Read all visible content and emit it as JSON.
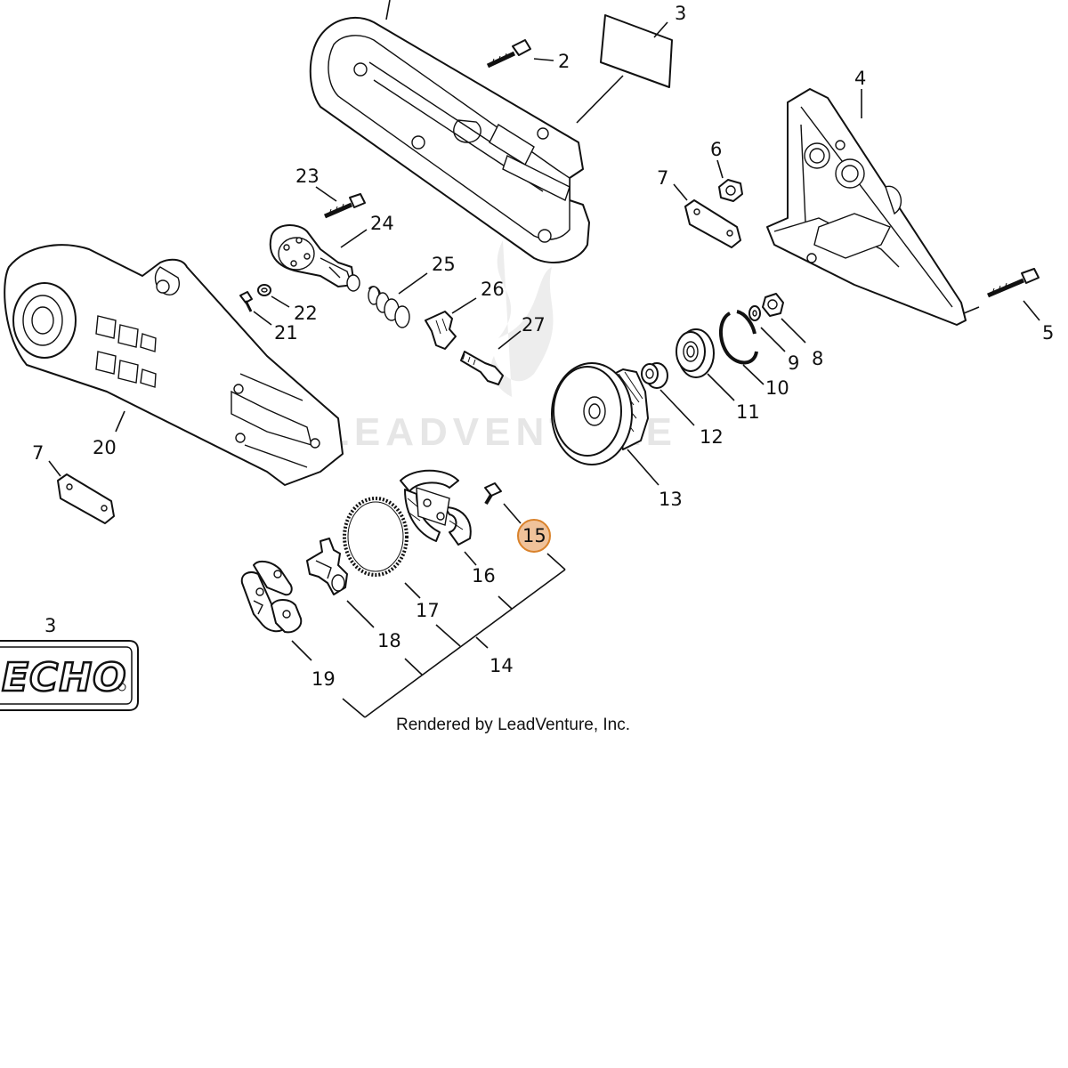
{
  "diagram": {
    "watermark": "LEADVENTURE",
    "credit": "Rendered by LeadVenture, Inc.",
    "logo_text": "ECHO",
    "highlight_color": "#f0c29a",
    "highlight_stroke": "#d9822b",
    "highlighted_part": "15",
    "labels": {
      "l2": "2",
      "l3": "3",
      "l3b": "3",
      "l4": "4",
      "l5": "5",
      "l6": "6",
      "l7": "7",
      "l7b": "7",
      "l8": "8",
      "l9": "9",
      "l10": "10",
      "l11": "11",
      "l12": "12",
      "l13": "13",
      "l14": "14",
      "l15": "15",
      "l16": "16",
      "l17": "17",
      "l18": "18",
      "l19": "19",
      "l20": "20",
      "l21": "21",
      "l22": "22",
      "l23": "23",
      "l24": "24",
      "l25": "25",
      "l26": "26",
      "l27": "27"
    }
  }
}
